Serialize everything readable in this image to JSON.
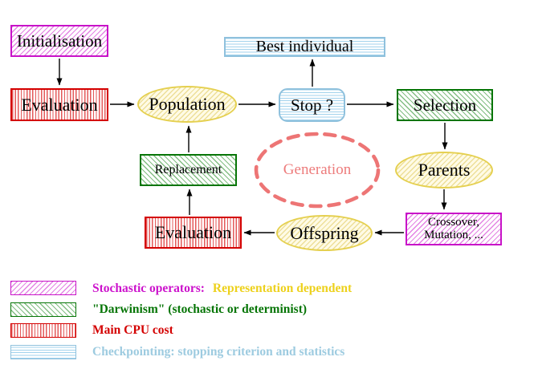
{
  "nodes": {
    "initialisation": "Initialisation",
    "evaluation_top": "Evaluation",
    "population": "Population",
    "best_individual": "Best individual",
    "stop": "Stop ?",
    "selection": "Selection",
    "parents": "Parents",
    "crossover_line1": "Crossover,",
    "crossover_line2": "Mutation, ...",
    "offspring": "Offspring",
    "evaluation_bottom": "Evaluation",
    "replacement": "Replacement",
    "generation": "Generation"
  },
  "legend": {
    "rows": [
      {
        "swatch": "magenta-diagonal-hatch",
        "parts": [
          {
            "text": "Stochastic operators:",
            "color": "#cc13cc"
          },
          {
            "text": "Representation dependent",
            "color": "#edd11c"
          }
        ]
      },
      {
        "swatch": "green-diagonal-hatch",
        "parts": [
          {
            "text": "\"Darwinism\" (stochastic or determinist)",
            "color": "#067506"
          }
        ]
      },
      {
        "swatch": "red-vertical-hatch",
        "parts": [
          {
            "text": "Main CPU cost",
            "color": "#d40000"
          }
        ]
      },
      {
        "swatch": "cyan-horizontal-hatch",
        "parts": [
          {
            "text": "Checkpointing: stopping criterion and statistics",
            "color": "#9dcbe0"
          }
        ]
      }
    ]
  },
  "colors": {
    "stochastic_magenta": "#c813c8",
    "darwinism_green": "#067506",
    "cpu_red": "#d40000",
    "checkpoint_cyan": "#8fc1dd",
    "data_yellow": "#e5d050",
    "generation_salmon": "#ed7575",
    "arrow_black": "#000000"
  }
}
